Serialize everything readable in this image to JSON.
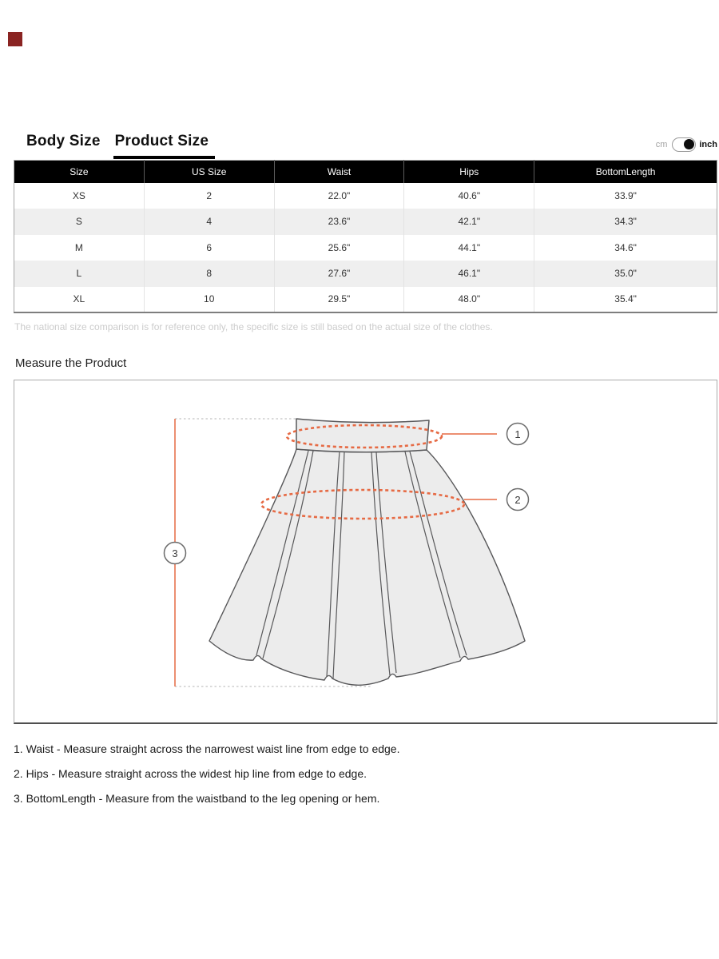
{
  "logo_color": "#8a2422",
  "tabs": {
    "body_size": "Body Size",
    "product_size": "Product Size"
  },
  "unit_toggle": {
    "cm_label": "cm",
    "inch_label": "inch",
    "selected": "inch"
  },
  "size_table": {
    "headers": [
      "Size",
      "US Size",
      "Waist",
      "Hips",
      "BottomLength"
    ],
    "rows": [
      [
        "XS",
        "2",
        "22.0\"",
        "40.6\"",
        "33.9\""
      ],
      [
        "S",
        "4",
        "23.6\"",
        "42.1\"",
        "34.3\""
      ],
      [
        "M",
        "6",
        "25.6\"",
        "44.1\"",
        "34.6\""
      ],
      [
        "L",
        "8",
        "27.6\"",
        "46.1\"",
        "35.0\""
      ],
      [
        "XL",
        "10",
        "29.5\"",
        "48.0\"",
        "35.4\""
      ]
    ]
  },
  "note": "The national size comparison is for reference only, the specific size is still based on the actual size of the clothes.",
  "measure": {
    "title": "Measure the Product",
    "accent_color": "#e66a44",
    "markers": [
      "1",
      "2",
      "3"
    ],
    "instructions": [
      "1. Waist - Measure straight across the narrowest waist line from edge to edge.",
      "2. Hips - Measure straight across the widest hip line from edge to edge.",
      "3. BottomLength - Measure from the waistband to the leg opening or hem."
    ]
  }
}
